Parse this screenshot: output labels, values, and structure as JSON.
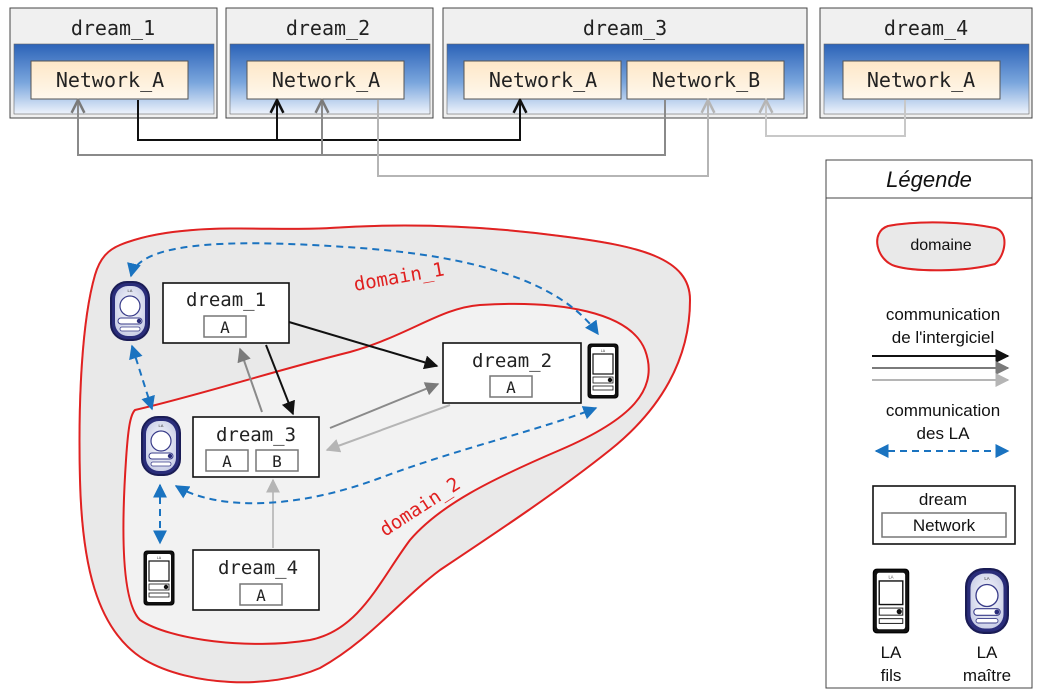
{
  "top_panel": {
    "dreams": [
      {
        "title": "dream_1",
        "networks": [
          "Network_A"
        ]
      },
      {
        "title": "dream_2",
        "networks": [
          "Network_A"
        ]
      },
      {
        "title": "dream_3",
        "networks": [
          "Network_A",
          "Network_B"
        ]
      },
      {
        "title": "dream_4",
        "networks": [
          "Network_A"
        ]
      }
    ]
  },
  "diagram": {
    "domain_1_label": "domain_1",
    "domain_2_label": "domain_2",
    "nodes": [
      {
        "title": "dream_1",
        "networks": [
          "A"
        ]
      },
      {
        "title": "dream_2",
        "networks": [
          "A"
        ]
      },
      {
        "title": "dream_3",
        "networks": [
          "A",
          "B"
        ]
      },
      {
        "title": "dream_4",
        "networks": [
          "A"
        ]
      }
    ],
    "device_label": "LA"
  },
  "legend": {
    "title": "Légende",
    "domain_label": "domaine",
    "middleware_comm": [
      "communication",
      "de l'intergiciel"
    ],
    "la_comm": [
      "communication",
      "des LA"
    ],
    "dream_label": "dream",
    "network_label": "Network",
    "la_child": [
      "LA",
      "fils"
    ],
    "la_master": [
      "LA",
      "maître"
    ]
  },
  "colors": {
    "domain_border": "#e02020",
    "la_arrow": "#1a73c0",
    "dark_arrow": "#111111",
    "mid_arrow": "#7a7a7a",
    "light_arrow": "#b5b5b5"
  }
}
